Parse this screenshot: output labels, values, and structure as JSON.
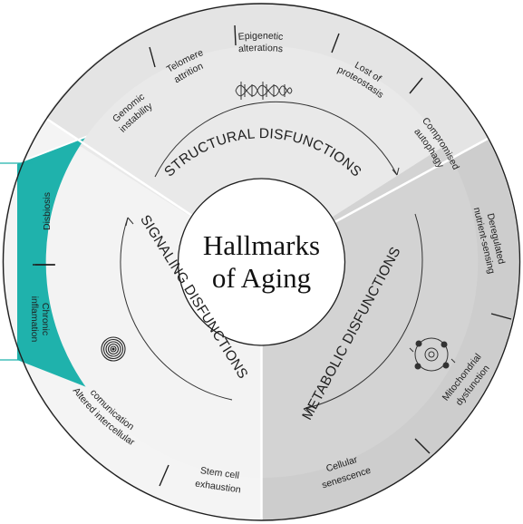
{
  "center": {
    "line1": "Hallmarks",
    "line2": "of Aging"
  },
  "segments": {
    "structural": {
      "title": "STRUCTURAL DISFUNCTIONS",
      "icon": "dna-icon",
      "color": "#e9e9e9",
      "outer_color": "#e4e4e4",
      "items": [
        "Genomic instability",
        "Telomere attrition",
        "Epigenetic alterations",
        "Lost of proteostasis",
        "Compromised autophagy"
      ]
    },
    "metabolic": {
      "title": "METABOLIC DISFUNCTIONS",
      "icon": "cycle-icon",
      "color": "#d3d3d3",
      "outer_color": "#cdcdcd",
      "items": [
        "Deregulated nutrient-sensing",
        "Mitochondrial dysfunction",
        "Cellular senescence"
      ]
    },
    "signaling": {
      "title": "SIGNALING DISFUNCTIONS",
      "icon": "concentric-circles-icon",
      "color": "#f3f3f3",
      "outer_color": "#f4f4f4",
      "items": [
        "Altered intercellular comunication",
        "Stem cell exhaustion"
      ],
      "highlight_color": "#1fb2ac",
      "highlight_items": [
        "Disbiosis",
        "Chronic inflamation"
      ]
    }
  },
  "labels": {
    "genomic_1": "Genomic",
    "genomic_2": "instability",
    "telomere_1": "Telomere",
    "telomere_2": "attrition",
    "epigenetic_1": "Epigenetic",
    "epigenetic_2": "alterations",
    "proteostasis_1": "Lost of",
    "proteostasis_2": "proteostasis",
    "autophagy_1": "Compromised",
    "autophagy_2": "autophagy",
    "nutrient_1": "Deregulated",
    "nutrient_2": "nutrient-sensing",
    "mito_1": "Mitochondrial",
    "mito_2": "dysfunction",
    "senescence_1": "Cellular",
    "senescence_2": "senescence",
    "stem_1": "Stem cell",
    "stem_2": "exhaustion",
    "altered_1": "Altered intercellular",
    "altered_2": "comunication",
    "disbiosis": "Disbiosis",
    "chronic_1": "Chronic",
    "chronic_2": "inflamation"
  }
}
